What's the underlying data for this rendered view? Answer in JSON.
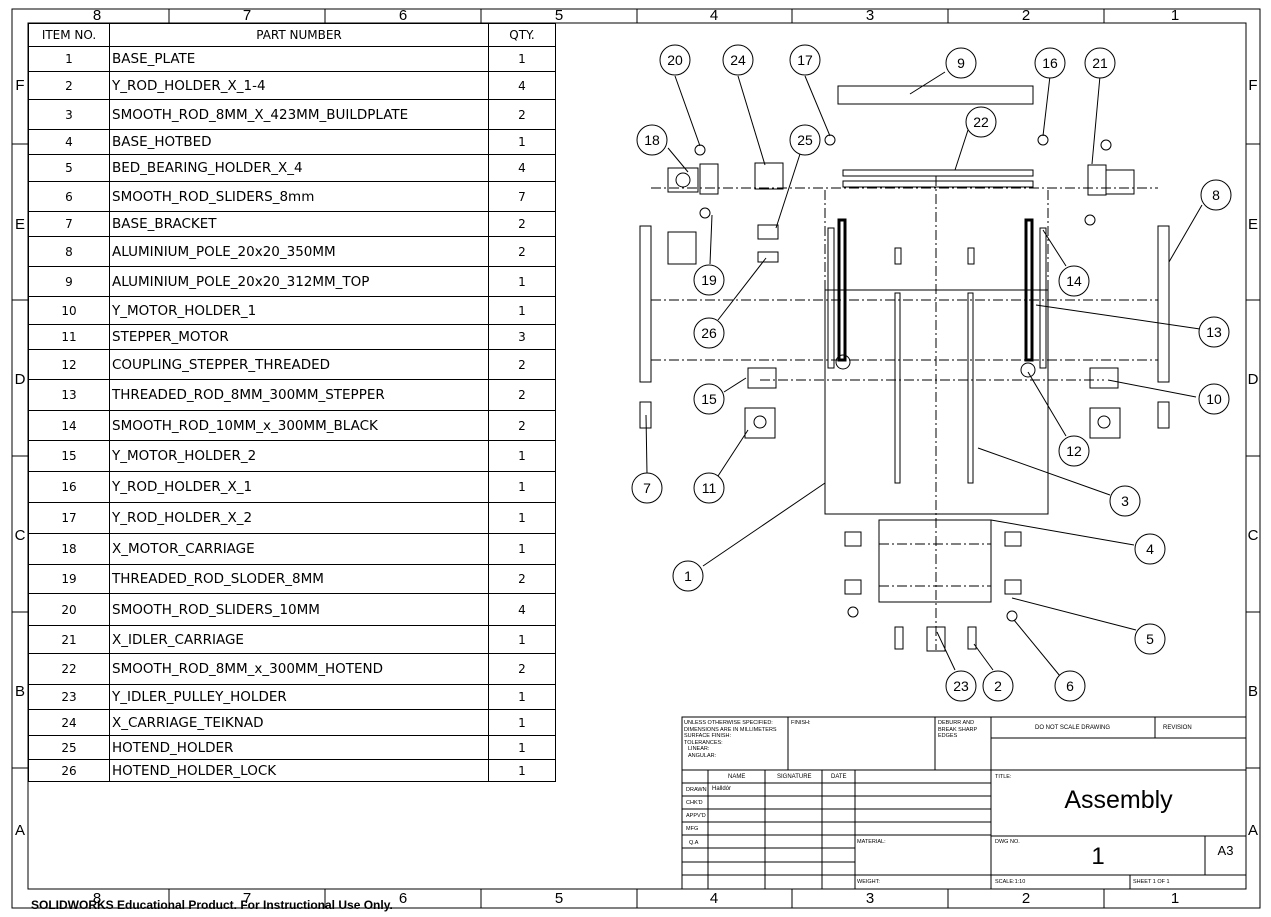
{
  "border": {
    "top_cols": [
      "8",
      "7",
      "6",
      "5",
      "4",
      "3",
      "2",
      "1"
    ],
    "rows": [
      "F",
      "E",
      "D",
      "C",
      "B",
      "A"
    ]
  },
  "bom": {
    "headers": [
      "ITEM NO.",
      "PART NUMBER",
      "QTY."
    ],
    "rows": [
      {
        "n": "1",
        "part": "BASE_PLATE",
        "qty": "1"
      },
      {
        "n": "2",
        "part": "Y_ROD_HOLDER_X_1-4",
        "qty": "4"
      },
      {
        "n": "3",
        "part": "SMOOTH_ROD_8MM_X_423MM_BUILDPLATE",
        "qty": "2"
      },
      {
        "n": "4",
        "part": "BASE_HOTBED",
        "qty": "1"
      },
      {
        "n": "5",
        "part": "BED_BEARING_HOLDER_X_4",
        "qty": "4"
      },
      {
        "n": "6",
        "part": "SMOOTH_ROD_SLIDERS_8mm",
        "qty": "7"
      },
      {
        "n": "7",
        "part": "BASE_BRACKET",
        "qty": "2"
      },
      {
        "n": "8",
        "part": "ALUMINIUM_POLE_20x20_350MM",
        "qty": "2"
      },
      {
        "n": "9",
        "part": "ALUMINIUM_POLE_20x20_312MM_TOP",
        "qty": "1"
      },
      {
        "n": "10",
        "part": "Y_MOTOR_HOLDER_1",
        "qty": "1"
      },
      {
        "n": "11",
        "part": "STEPPER_MOTOR",
        "qty": "3"
      },
      {
        "n": "12",
        "part": "COUPLING_STEPPER_THREADED",
        "qty": "2"
      },
      {
        "n": "13",
        "part": "THREADED_ROD_8MM_300MM_STEPPER",
        "qty": "2"
      },
      {
        "n": "14",
        "part": "SMOOTH_ROD_10MM_x_300MM_BLACK",
        "qty": "2"
      },
      {
        "n": "15",
        "part": "Y_MOTOR_HOLDER_2",
        "qty": "1"
      },
      {
        "n": "16",
        "part": "Y_ROD_HOLDER_X_1",
        "qty": "1"
      },
      {
        "n": "17",
        "part": "Y_ROD_HOLDER_X_2",
        "qty": "1"
      },
      {
        "n": "18",
        "part": "X_MOTOR_CARRIAGE",
        "qty": "1"
      },
      {
        "n": "19",
        "part": "THREADED_ROD_SLODER_8MM",
        "qty": "2"
      },
      {
        "n": "20",
        "part": "SMOOTH_ROD_SLIDERS_10MM",
        "qty": "4"
      },
      {
        "n": "21",
        "part": "X_IDLER_CARRIAGE",
        "qty": "1"
      },
      {
        "n": "22",
        "part": "SMOOTH_ROD_8MM_x_300MM_HOTEND",
        "qty": "2"
      },
      {
        "n": "23",
        "part": "Y_IDLER_PULLEY_HOLDER",
        "qty": "1"
      },
      {
        "n": "24",
        "part": "X_CARRIAGE_TEIKNAD",
        "qty": "1"
      },
      {
        "n": "25",
        "part": "HOTEND_HOLDER",
        "qty": "1"
      },
      {
        "n": "26",
        "part": "HOTEND_HOLDER_LOCK",
        "qty": "1"
      }
    ]
  },
  "balloons": [
    "1",
    "2",
    "3",
    "4",
    "5",
    "6",
    "7",
    "8",
    "9",
    "10",
    "11",
    "12",
    "13",
    "14",
    "15",
    "16",
    "17",
    "18",
    "19",
    "20",
    "21",
    "22",
    "23",
    "24",
    "25",
    "26"
  ],
  "title_block": {
    "unless": "UNLESS OTHERWISE SPECIFIED:",
    "dims": "DIMENSIONS ARE IN MILLIMETERS",
    "surface": "SURFACE FINISH:",
    "tolerances": "TOLERANCES:",
    "linear": "LINEAR:",
    "angular": "ANGULAR:",
    "finish": "FINISH:",
    "deburr1": "DEBURR AND",
    "deburr2": "BREAK SHARP",
    "deburr3": "EDGES",
    "no_scale": "DO NOT SCALE DRAWING",
    "revision": "REVISION",
    "col_name": "NAME",
    "col_sig": "SIGNATURE",
    "col_date": "DATE",
    "title_label": "TITLE:",
    "title": "Assembly",
    "row_drawn": "DRAWN",
    "drawn_name": "Halldór",
    "row_chkd": "CHK'D",
    "row_appvd": "APPV'D",
    "row_mfg": "MFG",
    "row_qa": "Q.A",
    "material": "MATERIAL:",
    "dwg_no_label": "DWG NO.",
    "dwg_no": "1",
    "size": "A3",
    "weight": "WEIGHT:",
    "scale": "SCALE:1:10",
    "sheet": "SHEET 1 OF 1"
  },
  "watermark": "SOLIDWORKS Educational Product. For Instructional Use Only."
}
